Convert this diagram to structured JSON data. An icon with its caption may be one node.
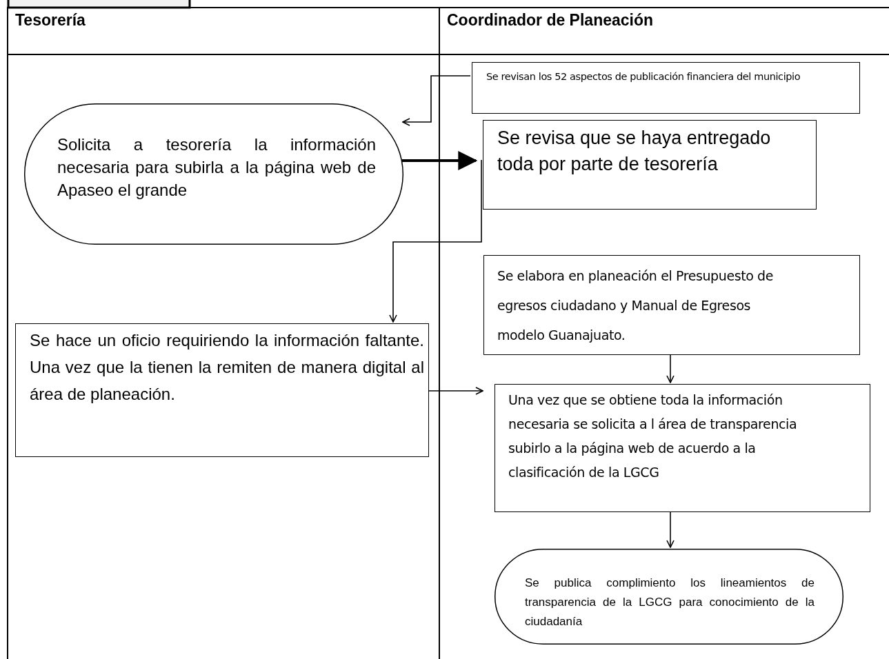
{
  "diagram": {
    "nodes": [
      {
        "text": [
          "Tesorería"
        ]
      },
      {
        "text": [
          "Coordinador de Planeación"
        ]
      },
      {
        "text": [
          "Se  revisan los 52 aspectos de publicación financiera del municipio"
        ],
        "in": 1
      },
      {
        "text": [
          "Solicita a tesorería la información necesaria para subirla a la página web de Apaseo el grande"
        ],
        "in": 0
      },
      {
        "text": [
          "Se revisa que se haya entregado toda por parte de tesorería"
        ],
        "in": 1
      },
      {
        "text": [
          "Se hace un oficio requiriendo la información faltante. Una vez que la tienen la remiten de manera digital al área de planeación."
        ],
        "in": 0
      },
      {
        "text": [
          "Se elabora en planeación el Presupuesto de egresos ciudadano y Manual de Egresos modelo Guanajuato."
        ],
        "in": 1
      },
      {
        "text": [
          "Una vez que se obtiene toda la información necesaria  se solicita a l área de transparencia subirlo a la página web de acuerdo a la clasificación de la LGCG"
        ],
        "in": 1
      },
      {
        "text": [
          "Se publica complimiento los lineamientos de transparencia de la LGCG para conocimiento de la ciudadanía"
        ],
        "in": 1
      }
    ],
    "edges": [
      {
        "from": 2,
        "to": 3,
        "arrow": "to"
      },
      {
        "from": 3,
        "to": 4,
        "arrow": "to",
        "style": "thick"
      },
      {
        "from": 4,
        "to": 5,
        "arrow": "to"
      },
      {
        "from": 5,
        "to": 7,
        "arrow": "to"
      },
      {
        "from": 6,
        "to": 7,
        "arrow": "to"
      },
      {
        "from": 7,
        "to": 8,
        "arrow": "to"
      }
    ]
  }
}
